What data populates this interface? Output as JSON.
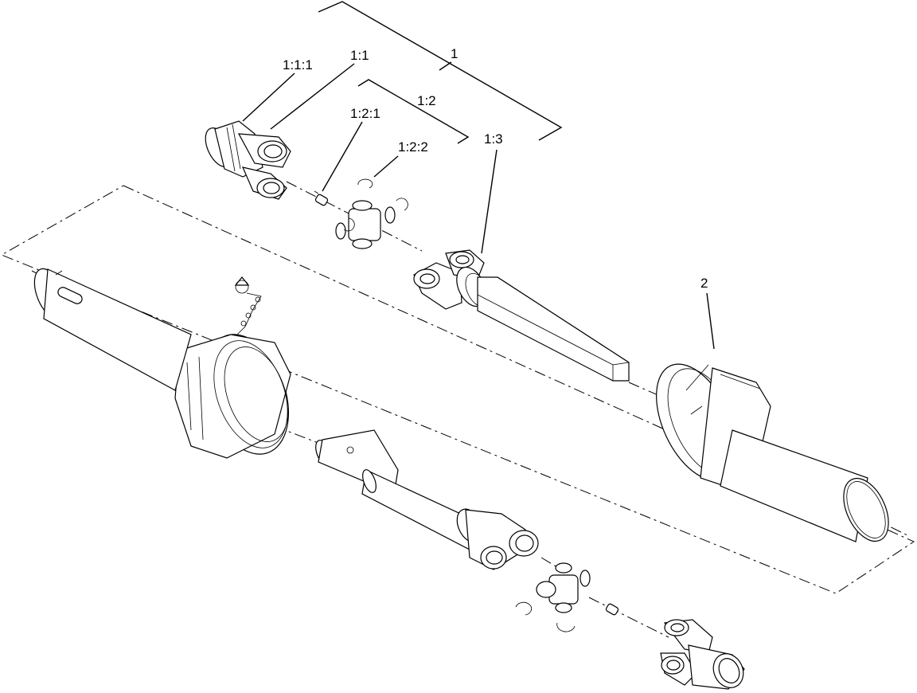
{
  "callouts": {
    "c1": "1",
    "c1_1": "1:1",
    "c1_1_1": "1:1:1",
    "c1_2": "1:2",
    "c1_2_1": "1:2:1",
    "c1_2_2": "1:2:2",
    "c1_3": "1:3",
    "c2": "2"
  }
}
